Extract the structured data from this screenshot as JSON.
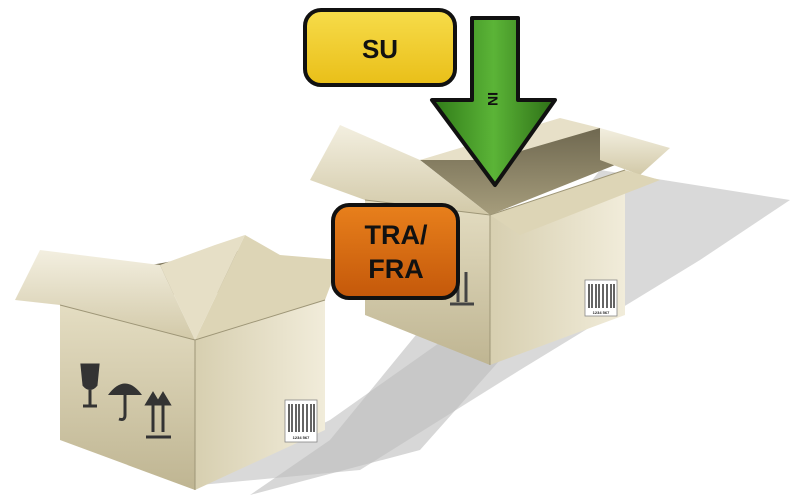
{
  "labels": {
    "top": "SU",
    "arrow": "IN",
    "middle_line1": "TRA/",
    "middle_line2": "FRA"
  },
  "barcode_text": "1234 567",
  "colors": {
    "top_label_fill": "#f2cc2a",
    "middle_label_fill": "#d96a0e",
    "arrow_fill": "#3a8f1f",
    "box_light": "#e9e3cc",
    "box_mid": "#cfc6a4",
    "box_dark": "#8f876a",
    "shadow": "#c8c8c8"
  },
  "icons": [
    "fragile-glass-icon",
    "keep-dry-umbrella-icon",
    "this-way-up-arrows-icon",
    "barcode-icon"
  ]
}
